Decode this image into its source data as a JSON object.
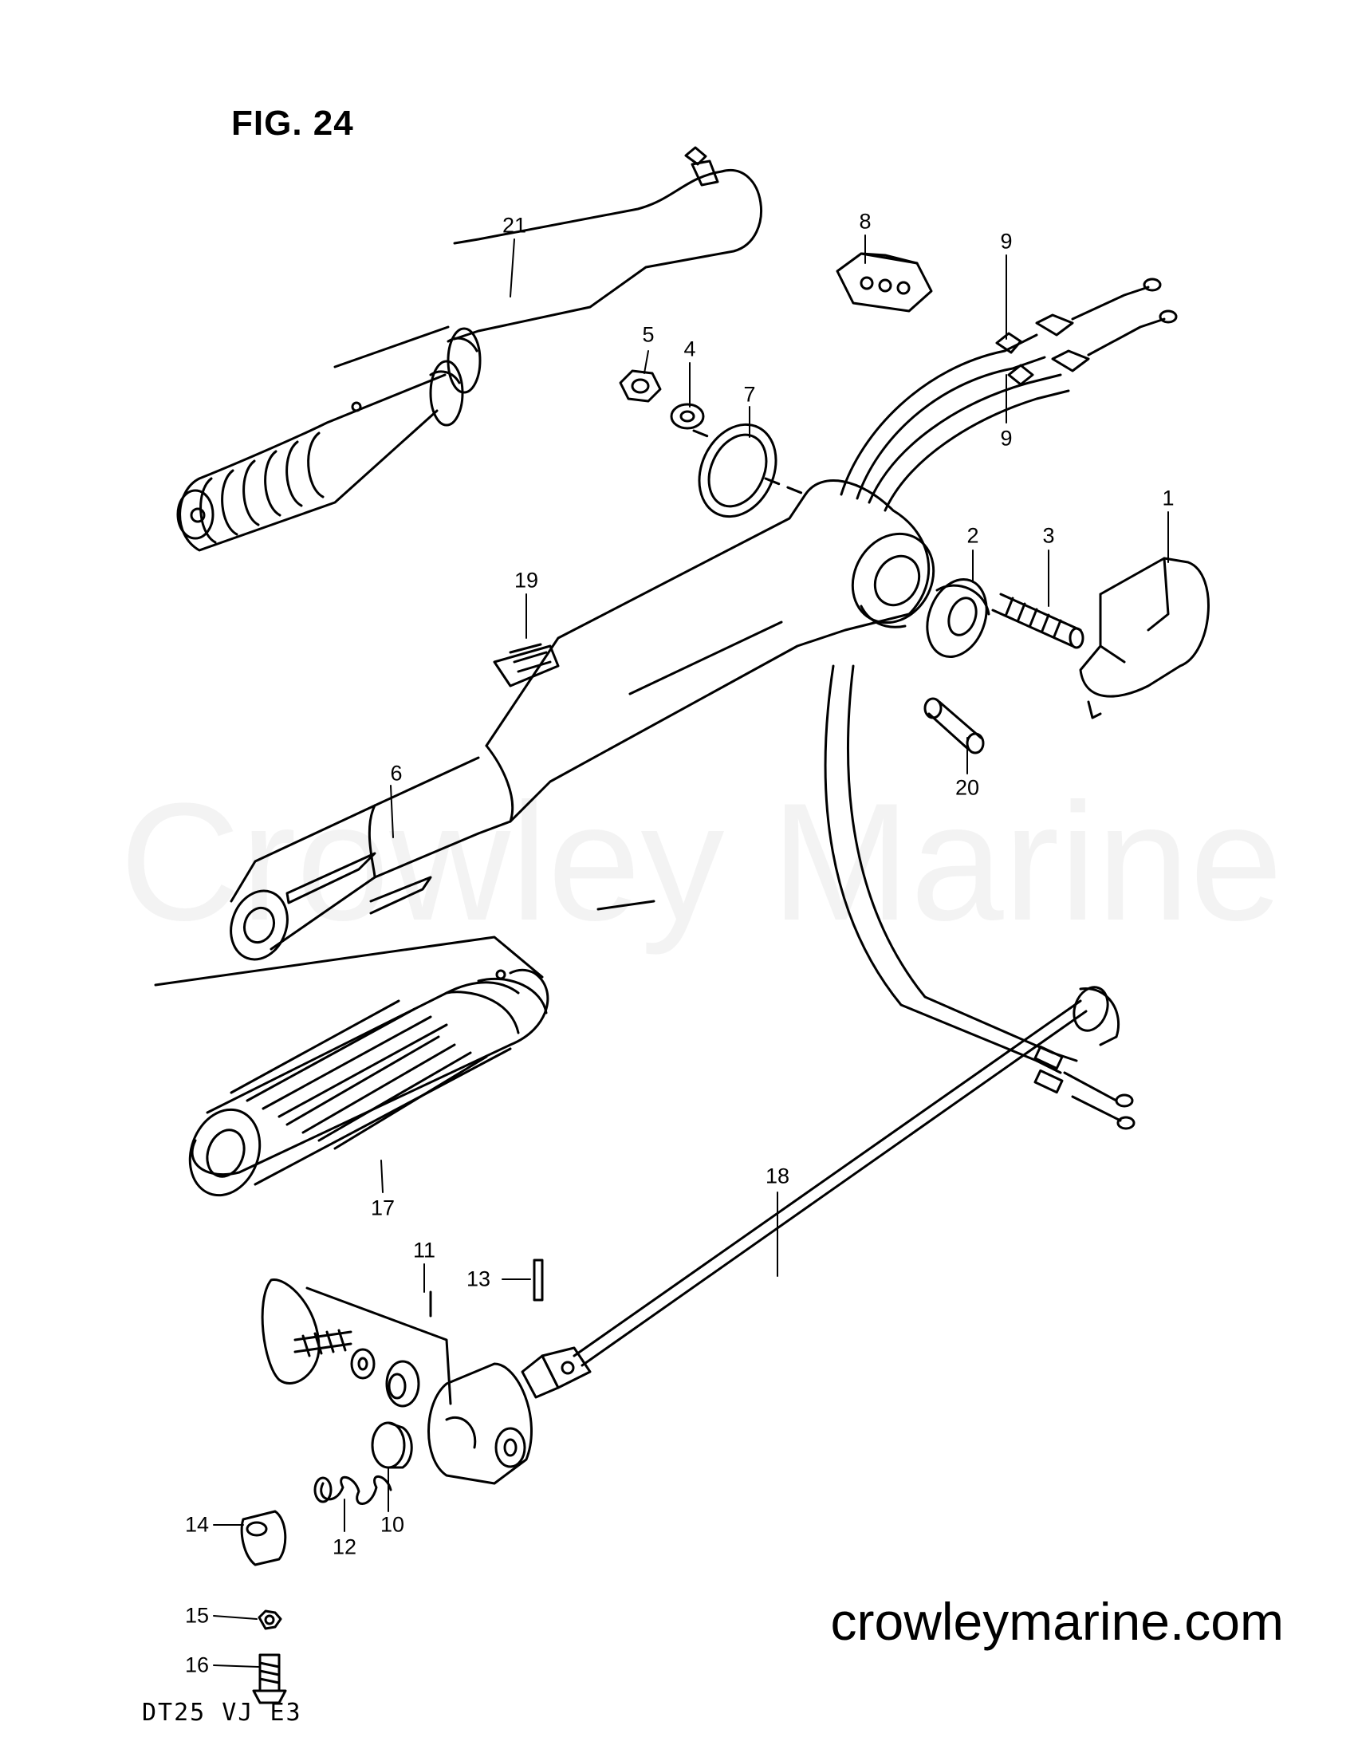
{
  "figure_title": "FIG. 24",
  "watermark": "Crowley Marine",
  "site": "crowleymarine.com",
  "model_code": "DT25 VJ E3",
  "callouts": [
    {
      "id": "c1",
      "label": "1"
    },
    {
      "id": "c2",
      "label": "2"
    },
    {
      "id": "c3",
      "label": "3"
    },
    {
      "id": "c4",
      "label": "4"
    },
    {
      "id": "c5",
      "label": "5"
    },
    {
      "id": "c6",
      "label": "6"
    },
    {
      "id": "c7",
      "label": "7"
    },
    {
      "id": "c8",
      "label": "8"
    },
    {
      "id": "c9a",
      "label": "9"
    },
    {
      "id": "c9b",
      "label": "9"
    },
    {
      "id": "c10",
      "label": "10"
    },
    {
      "id": "c11",
      "label": "11"
    },
    {
      "id": "c12",
      "label": "12"
    },
    {
      "id": "c13",
      "label": "13"
    },
    {
      "id": "c14",
      "label": "14"
    },
    {
      "id": "c15",
      "label": "15"
    },
    {
      "id": "c16",
      "label": "16"
    },
    {
      "id": "c17",
      "label": "17"
    },
    {
      "id": "c18",
      "label": "18"
    },
    {
      "id": "c19",
      "label": "19"
    },
    {
      "id": "c20",
      "label": "20"
    },
    {
      "id": "c21",
      "label": "21"
    }
  ]
}
